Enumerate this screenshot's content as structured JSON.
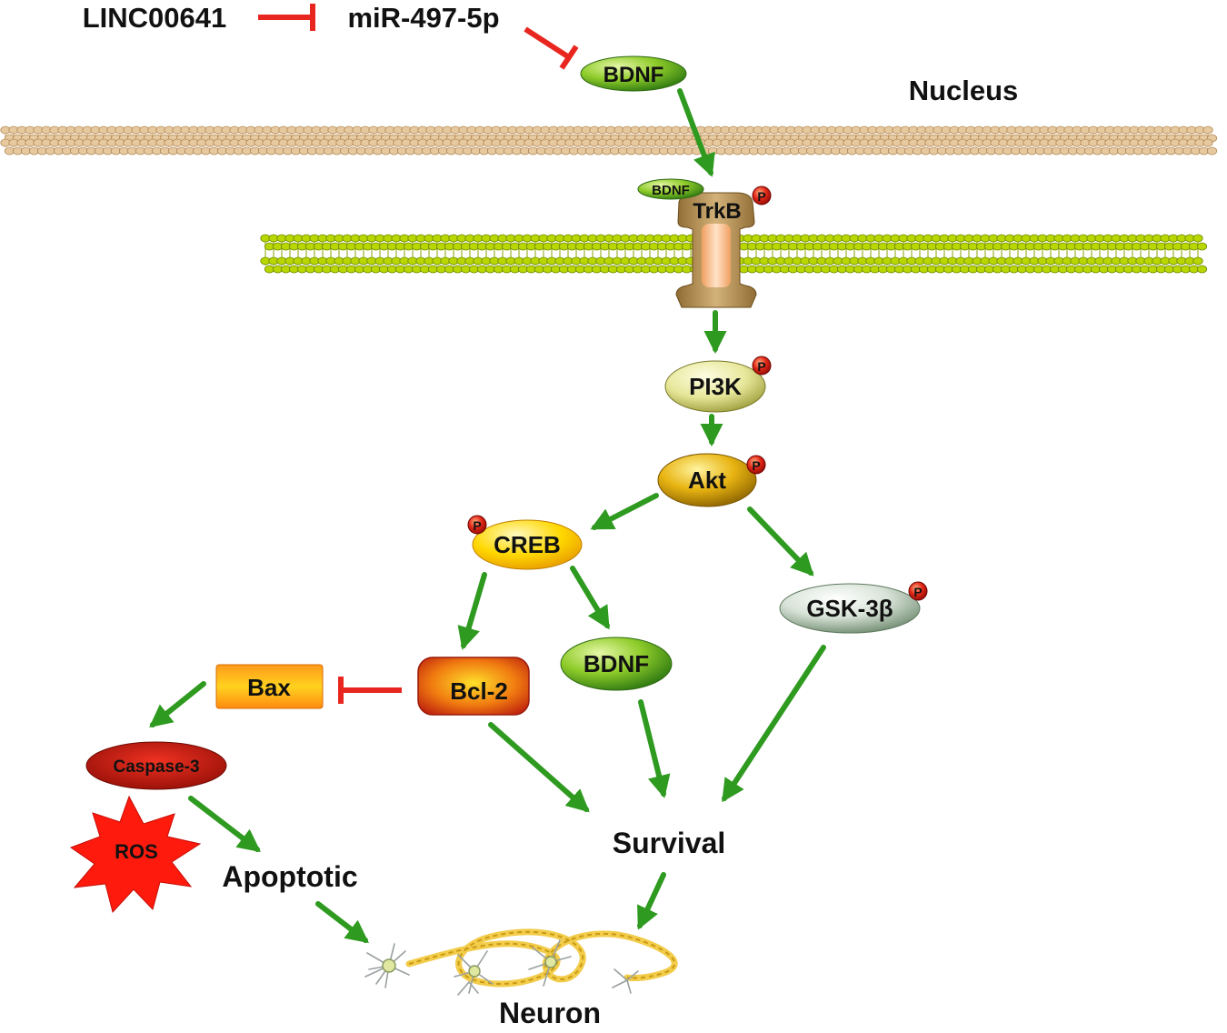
{
  "top": {
    "lnc": "LINC00641",
    "mir": "miR-497-5p",
    "bdnf_top": "BDNF"
  },
  "nucleus_label": "Nucleus",
  "receptor": {
    "bdnf_small": "BDNF",
    "trkb": "TrkB"
  },
  "phospho_marker": "P",
  "nodes": {
    "pi3k": "PI3K",
    "akt": "Akt",
    "creb": "CREB",
    "gsk": "GSK-3β",
    "bcl2": "Bcl-2",
    "bdnf_mid": "BDNF",
    "bax": "Bax",
    "caspase": "Caspase-3",
    "ros": "ROS"
  },
  "outcomes": {
    "apoptotic": "Apoptotic",
    "survival": "Survival",
    "neuron": "Neuron"
  },
  "colors": {
    "activate_arrow": "#2e9a1f",
    "inhibit_arrow": "#e8261f",
    "nuclear_membrane": "#e7c9a0",
    "cell_membrane": "#b9d600",
    "phospho_badge": "#d21c12"
  }
}
